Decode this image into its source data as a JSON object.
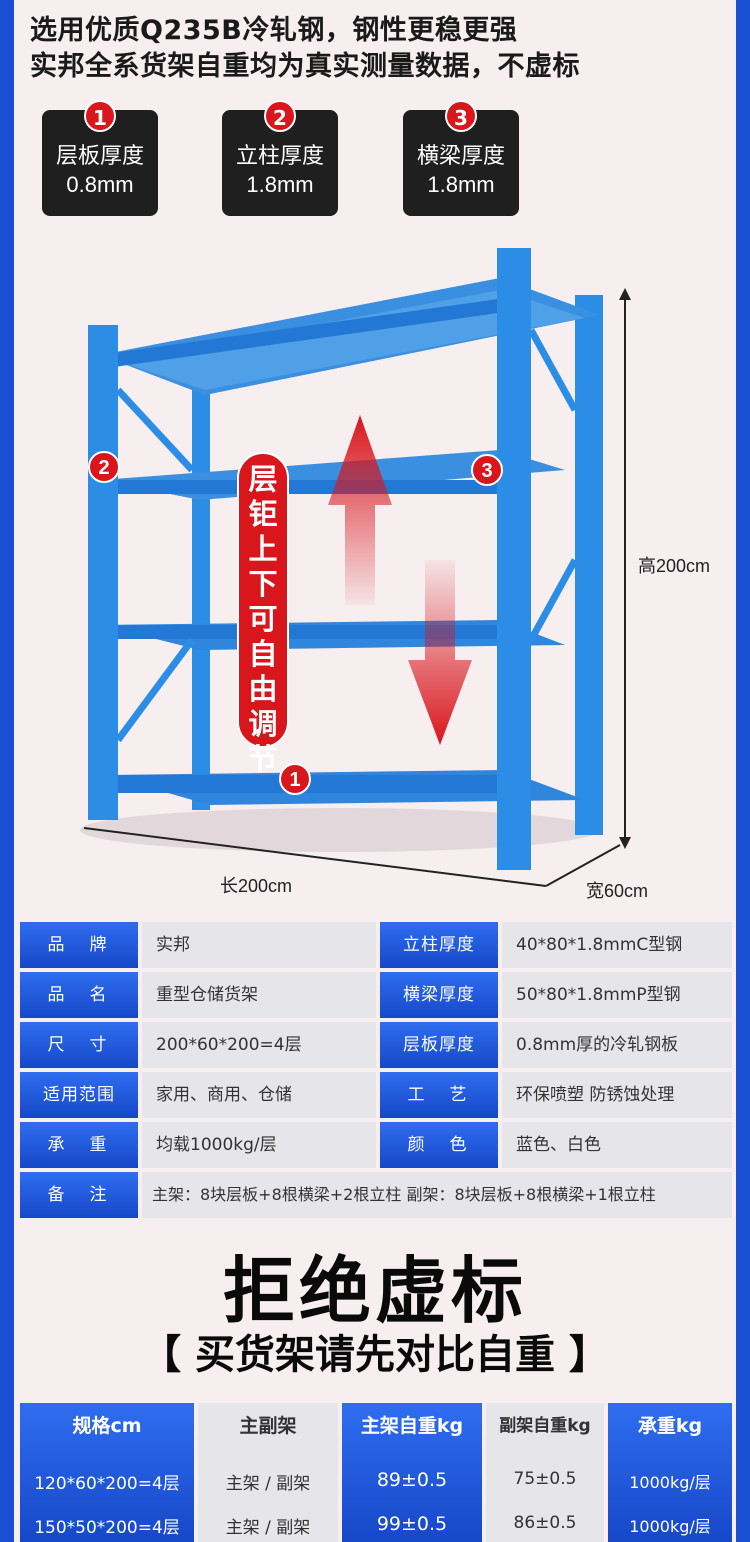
{
  "header": {
    "line1": "选用优质Q235B冷轧钢，钢性更稳更强",
    "line2": "实邦全系货架自重均为真实测量数据，不虚标"
  },
  "badges": [
    {
      "num": "1",
      "name": "层板厚度",
      "value": "0.8mm"
    },
    {
      "num": "2",
      "name": "立柱厚度",
      "value": "1.8mm"
    },
    {
      "num": "3",
      "name": "横梁厚度",
      "value": "1.8mm"
    }
  ],
  "illustration": {
    "height_label": "高200cm",
    "length_label": "长200cm",
    "width_label": "宽60cm",
    "adjust_text": "层钜上下可自由调节",
    "markers": [
      "1",
      "2",
      "3"
    ],
    "shelf_color": "#2b8de6",
    "arrow_color": "#d8161c"
  },
  "spec_table": {
    "rows": [
      {
        "l1": "品　牌",
        "v1": "实邦",
        "l2": "立柱厚度",
        "v2": "40*80*1.8mmC型钢"
      },
      {
        "l1": "品　名",
        "v1": "重型仓储货架",
        "l2": "横梁厚度",
        "v2": "50*80*1.8mmP型钢"
      },
      {
        "l1": "尺　寸",
        "v1": "200*60*200=4层",
        "l2": "层板厚度",
        "v2": "0.8mm厚的冷轧钢板"
      },
      {
        "l1": "适用范围",
        "v1": "家用、商用、仓储",
        "l2": "工　艺",
        "v2": "环保喷塑 防锈蚀处理"
      },
      {
        "l1": "承　重",
        "v1": "均载1000kg/层",
        "l2": "颜　色",
        "v2": "蓝色、白色"
      }
    ],
    "note_label": "备　注",
    "note_value": "主架：8块层板+8根横梁+2根立柱  副架：8块层板+8根横梁+1根立柱"
  },
  "slogan": {
    "title": "拒绝虚标",
    "subtitle": "【 买货架请先对比自重 】"
  },
  "weight_table": {
    "headers": [
      "规格cm",
      "主副架",
      "主架自重kg",
      "副架自重kg",
      "承重kg"
    ],
    "rows": [
      [
        "120*60*200=4层",
        "主架 / 副架",
        "89±0.5",
        "75±0.5",
        "1000kg/层"
      ],
      [
        "150*50*200=4层",
        "主架 / 副架",
        "99±0.5",
        "86±0.5",
        "1000kg/层"
      ]
    ]
  }
}
